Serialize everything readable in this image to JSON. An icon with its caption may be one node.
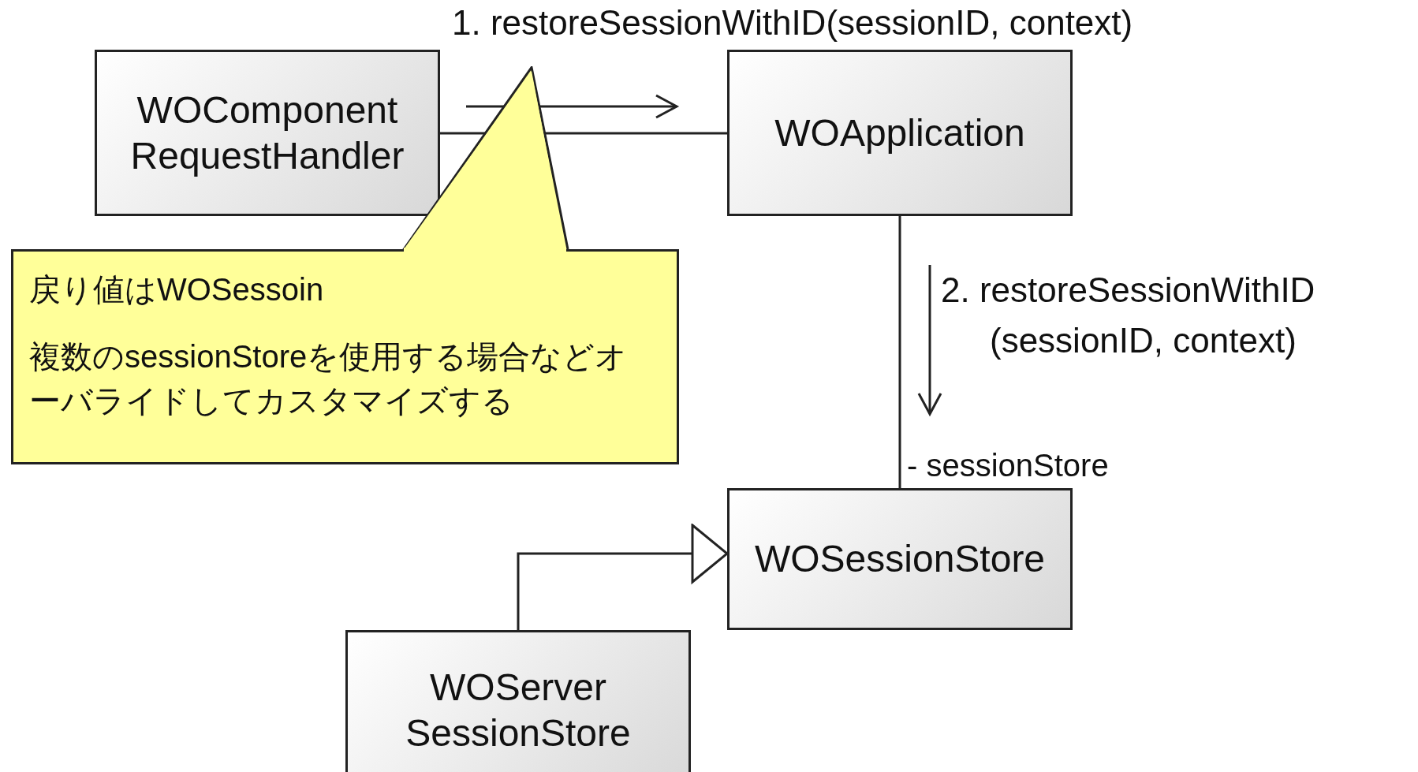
{
  "diagram": {
    "nodes": [
      {
        "text": [
          "WOComponent RequestHandler"
        ]
      },
      {
        "text": [
          "WOApplication"
        ]
      },
      {
        "text": [
          "戻り値はWOSessoin",
          "複数のsessionStoreを使用する場合などオーバライドしてカスタマイズする"
        ]
      },
      {
        "text": [
          "WOSessionStore"
        ]
      },
      {
        "text": [
          "WOServer SessionStore"
        ]
      }
    ],
    "edges": [
      {
        "from": 0,
        "to": 1,
        "arrow": "none"
      },
      {
        "from": 1,
        "to": 3,
        "arrow": "none"
      },
      {
        "from": 4,
        "to": 3,
        "arrow": "to"
      }
    ],
    "labels": [
      "1. restoreSessionWithID(sessionID, context)",
      "2. restoreSessionWithID (sessionID, context)",
      "- sessionStore"
    ]
  }
}
